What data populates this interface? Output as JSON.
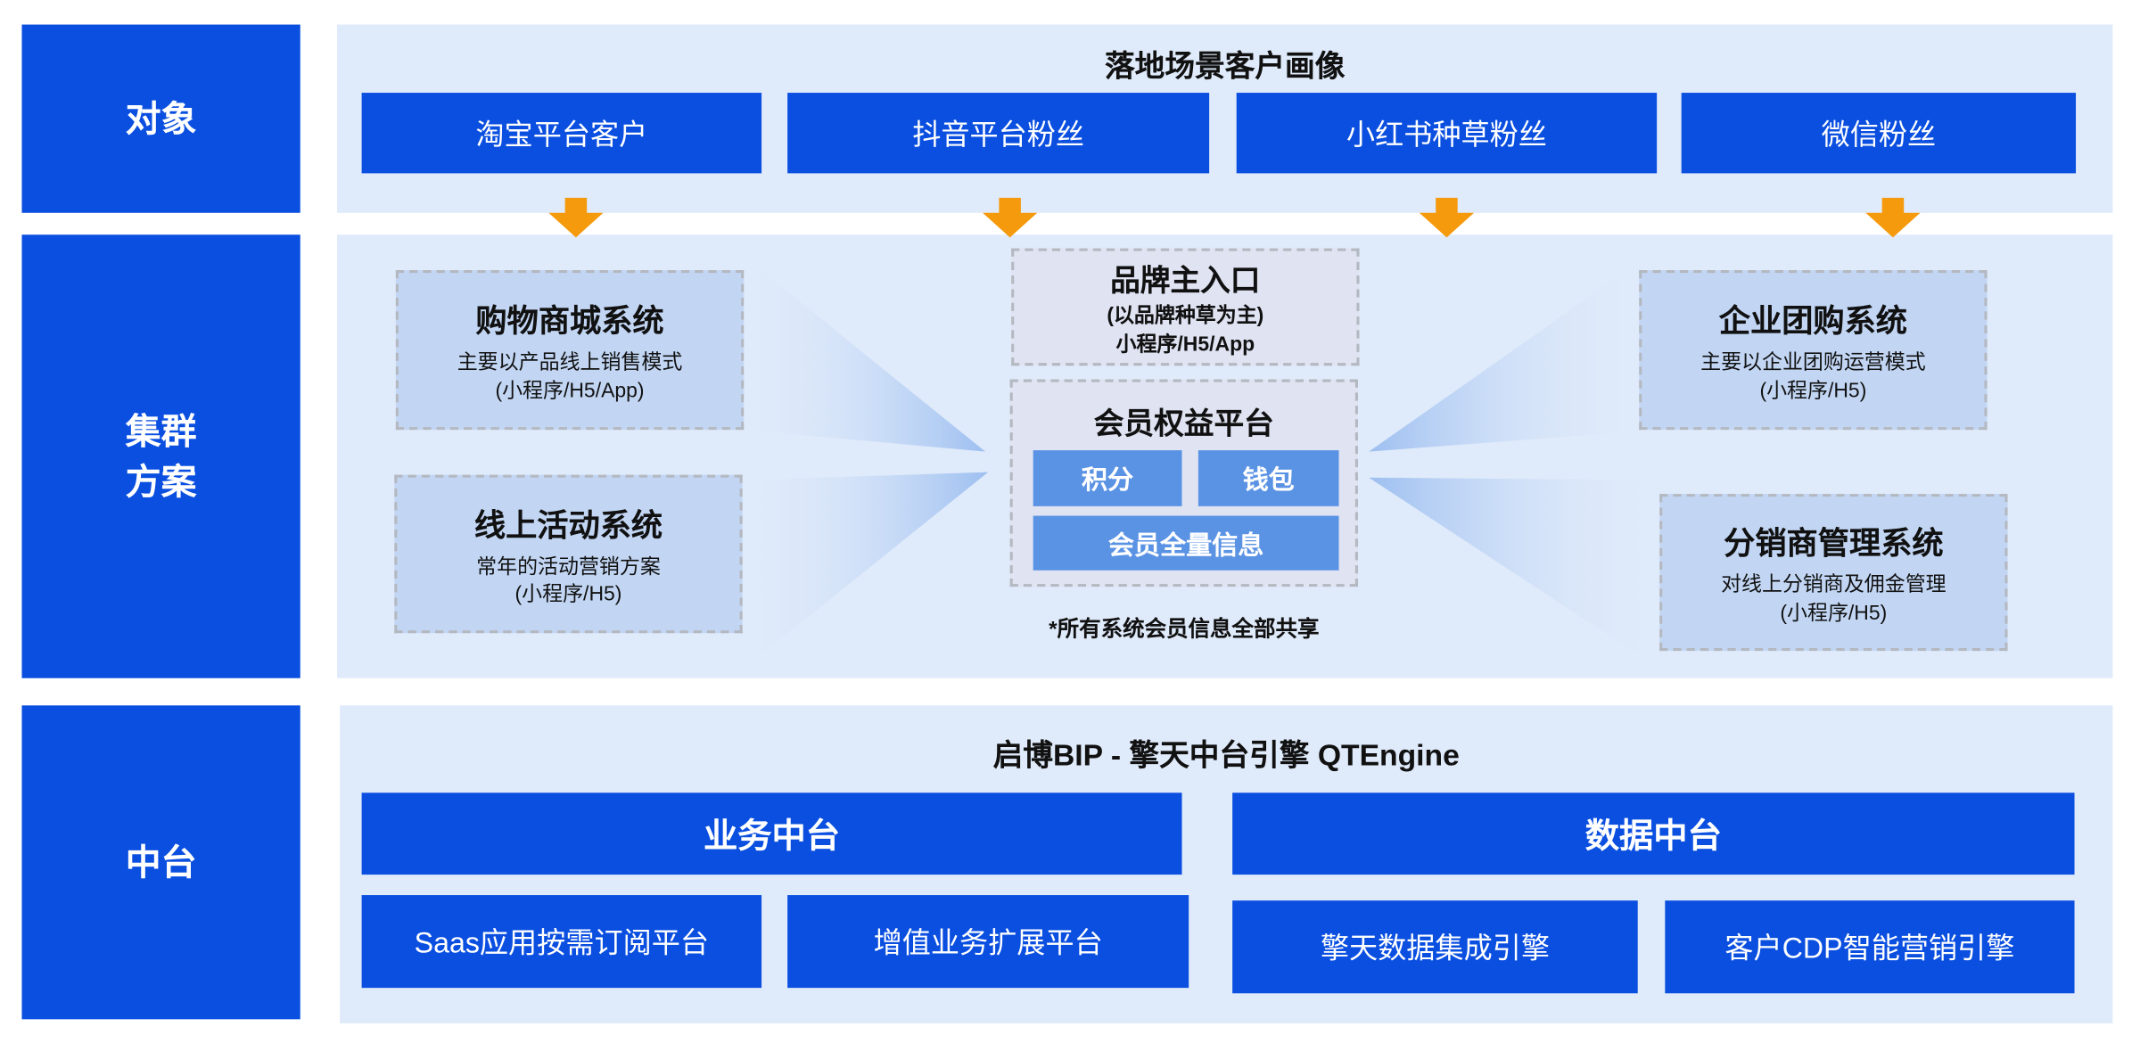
{
  "side_labels": {
    "object": "对象",
    "cluster": "集群\n方案",
    "middle": "中台"
  },
  "top": {
    "title": "落地场景客户画像",
    "segments": [
      "淘宝平台客户",
      "抖音平台粉丝",
      "小红书种草粉丝",
      "微信粉丝"
    ]
  },
  "cluster": {
    "left": [
      {
        "title": "购物商城系统",
        "desc": "主要以产品线上销售模式",
        "platform": "(小程序/H5/App)"
      },
      {
        "title": "线上活动系统",
        "desc": "常年的活动营销方案",
        "platform": "(小程序/H5)"
      }
    ],
    "right": [
      {
        "title": "企业团购系统",
        "desc": "主要以企业团购运营模式",
        "platform": "(小程序/H5)"
      },
      {
        "title": "分销商管理系统",
        "desc": "对线上分销商及佣金管理",
        "platform": "(小程序/H5)"
      }
    ],
    "brand": {
      "title": "品牌主入口",
      "sub": "(以品牌种草为主)",
      "platform": "小程序/H5/App"
    },
    "member": {
      "title": "会员权益平台",
      "points": "积分",
      "wallet": "钱包",
      "info": "会员全量信息"
    },
    "note": "*所有系统会员信息全部共享"
  },
  "middle": {
    "title": "启博BIP - 擎天中台引擎 QTEngine",
    "business": {
      "label": "业务中台",
      "items": [
        "Saas应用按需订阅平台",
        "增值业务扩展平台"
      ]
    },
    "data": {
      "label": "数据中台",
      "items": [
        "擎天数据集成引擎",
        "客户CDP智能营销引擎"
      ]
    }
  },
  "colors": {
    "primary": "#0a4fe0",
    "panel": "#dfeafa",
    "box": "#c2d6f4",
    "chip": "#5b93e4",
    "arrow": "#f59a0c"
  }
}
